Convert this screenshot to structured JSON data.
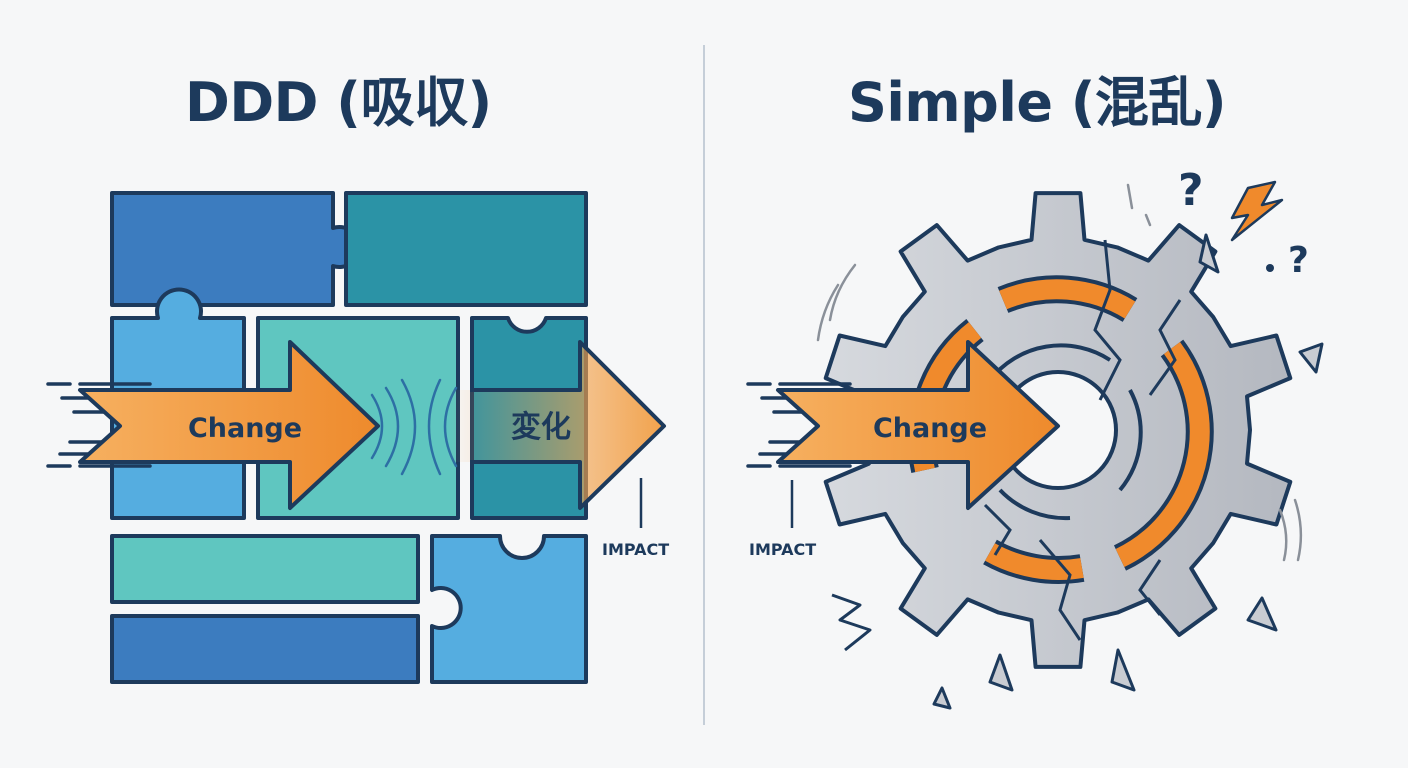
{
  "left_panel": {
    "title": "DDD (吸収)",
    "arrow_label": "Change",
    "arrow_label_jp": "変化",
    "impact_label": "IMPACT"
  },
  "right_panel": {
    "title": "Simple (混乱)",
    "arrow_label": "Change",
    "impact_label": "IMPACT"
  },
  "colors": {
    "outline": "#1d3a5c",
    "blue_dark": "#3a78b8",
    "blue_light": "#55ade0",
    "teal_dark": "#2a96a8",
    "teal_light": "#5cc6c2",
    "orange": "#f08a2c",
    "gear_gray": "#c9ccd2"
  }
}
